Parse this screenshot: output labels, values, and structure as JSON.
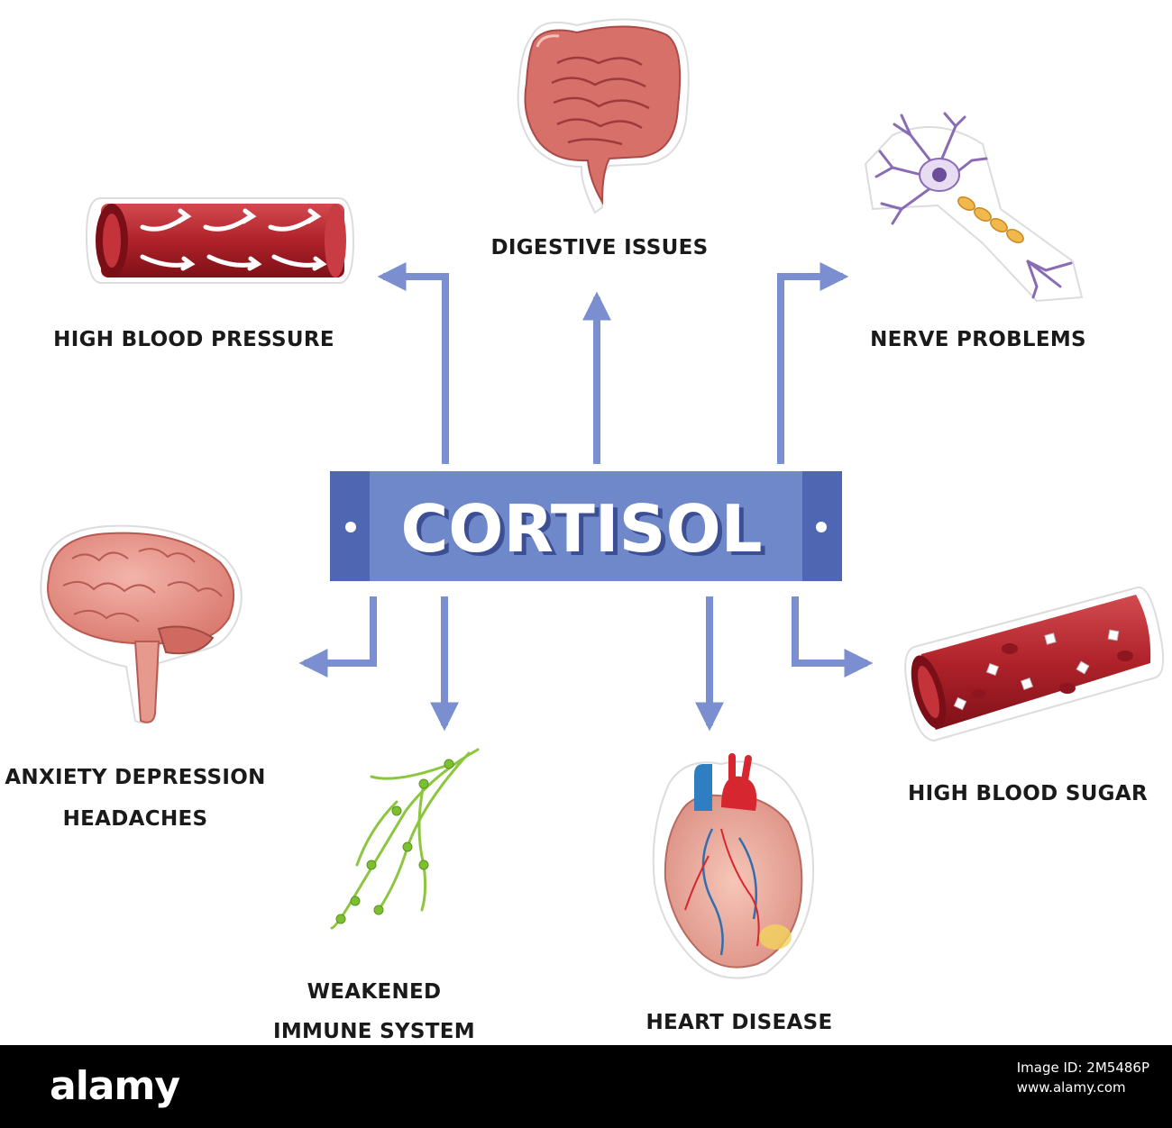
{
  "banner": {
    "title": "CORTISOL"
  },
  "effects": {
    "high_blood_pressure": "HIGH BLOOD PRESSURE",
    "digestive_issues": "DIGESTIVE ISSUES",
    "nerve_problems": "NERVE PROBLEMS",
    "anxiety_line1": "ANXIETY  DEPRESSION",
    "anxiety_line2": "HEADACHES",
    "weakened_line1": "WEAKENED",
    "weakened_line2": "IMMUNE SYSTEM",
    "heart_disease": "HEART DISEASE",
    "high_blood_sugar": "HIGH BLOOD SUGAR"
  },
  "footer": {
    "logo": "alamy",
    "image_id_label": "Image ID: 2M5486P",
    "url": "www.alamy.com"
  },
  "colors": {
    "arrow": "#7b8fd0",
    "banner": "#6f88c9",
    "banner_dark": "#4f66b2",
    "vessel": "#b0222a",
    "intestine": "#d8706a",
    "neuron": "#8a6bb5",
    "lymph": "#8cc63f",
    "brain": "#e58f84"
  }
}
